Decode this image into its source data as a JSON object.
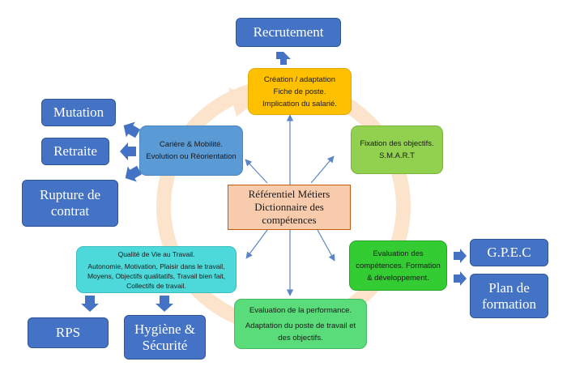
{
  "center": {
    "lines": [
      "Référentiel Métiers",
      "Dictionnaire des",
      "compétences"
    ],
    "fill": "#f8cbad"
  },
  "nodes": {
    "recrutement_cycle": {
      "lines": [
        "Création / adaptation",
        "Fiche de poste.",
        "Implication du salarié."
      ],
      "fill": "#ffc000"
    },
    "objectifs": {
      "lines": [
        "Fixation des objectifs.",
        "S.M.A.R.T"
      ],
      "fill": "#92d050"
    },
    "evaluation_competences": {
      "lines": [
        "Evaluation des",
        "compétences. Formation",
        "& développement."
      ],
      "fill": "#33cc33"
    },
    "evaluation_performance": {
      "lines": [
        "Evaluation de la performance.",
        "Adaptation du poste de travail et",
        "des objectifs."
      ],
      "fill": "#5bdc7a"
    },
    "qualite_vie": {
      "lines": [
        "Qualité de Vie au Travail.",
        "Autonomie, Motivation, Plaisir dans le travail,",
        "Moyens, Objectifs qualitatifs, Travail bien fait,",
        "Collectifs de travail."
      ],
      "fill": "#4dd9d9"
    },
    "carriere": {
      "lines": [
        "Carière & Mobilité.",
        "Evolution ou Réorientation"
      ],
      "fill": "#5b9bd5"
    }
  },
  "outcomes": {
    "recrutement": "Recrutement",
    "mutation": "Mutation",
    "retraite": "Retraite",
    "rupture": [
      "Rupture de",
      "contrat"
    ],
    "gpec": "G.P.E.C",
    "plan_formation": [
      "Plan de",
      "formation"
    ],
    "rps": "RPS",
    "hygiene": [
      "Hygiène &",
      "Sécurité"
    ]
  },
  "colors": {
    "outcome_fill": "#4472c4",
    "arrow": "#4472c4",
    "connector": "#5b85c4",
    "ring": "#fce4cc"
  }
}
